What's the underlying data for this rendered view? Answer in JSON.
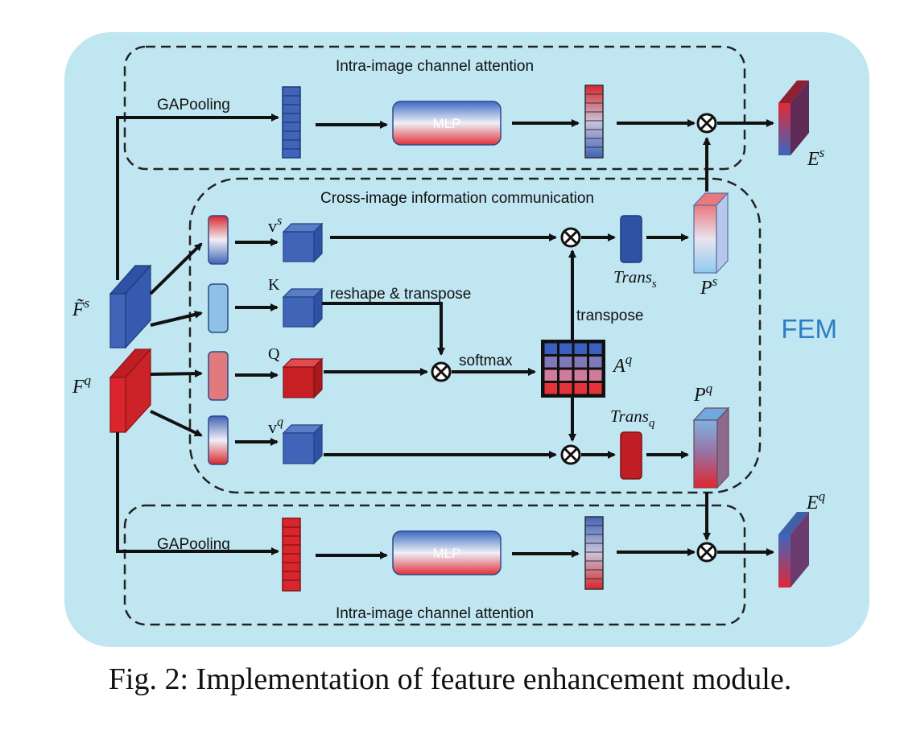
{
  "module_label": "FEM",
  "caption": "Fig. 2: Implementation of feature enhancement module.",
  "colors": {
    "background": "#bfe6f1",
    "feature_blue": "#3f64b8",
    "feature_red": "#d8262c",
    "light_blue": "#8fc0e6",
    "light_red": "#e17a7c",
    "fem_text": "#2d7ec4"
  },
  "top_block": {
    "title": "Intra-image channel attention",
    "pool_label": "GAPooling",
    "mlp_label": "MLP",
    "output_base": "E",
    "output_sup": "s"
  },
  "bottom_block": {
    "title": "Intra-image channel attention",
    "pool_label": "GAPooling",
    "mlp_label": "MLP",
    "output_base": "E",
    "output_sup": "q"
  },
  "cross_block": {
    "title": "Cross-image information communication",
    "v_s": {
      "base": "v",
      "sup": "s"
    },
    "k": "K",
    "q": "Q",
    "v_q": {
      "base": "v",
      "sup": "q"
    },
    "reshape_label": "reshape & transpose",
    "softmax_label": "softmax",
    "transpose_label": "transpose",
    "attention": {
      "base": "A",
      "sup": "q"
    },
    "trans_s": {
      "base": "Trans",
      "sub": "s"
    },
    "trans_q": {
      "base": "Trans",
      "sub": "q"
    },
    "p_s": {
      "base": "P",
      "sup": "s"
    },
    "p_q": {
      "base": "P",
      "sup": "q"
    }
  },
  "inputs": {
    "f_s": {
      "base": "F̃",
      "sup": "s"
    },
    "f_q": {
      "base": "F",
      "sup": "q"
    }
  },
  "operator_symbol": "⊗"
}
